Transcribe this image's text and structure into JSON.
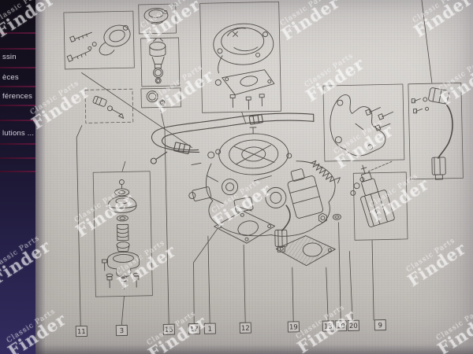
{
  "watermark": {
    "line1": "Classic Parts",
    "line2": "Finder"
  },
  "sidebar": {
    "items": [
      {
        "label": "ssin"
      },
      {
        "label": "èces"
      },
      {
        "label": "férences"
      },
      {
        "label": "lutions ..."
      }
    ]
  },
  "diagram": {
    "part_labels": [
      "11",
      "3",
      "15",
      "17",
      "1",
      "12",
      "19",
      "13",
      "10",
      "20",
      "9"
    ]
  },
  "colors": {
    "sidebar_background": "#1b1630",
    "sidebar_separator": "#5a173c",
    "page_background": "#c6c2bd",
    "line_art_ink": "#45423e",
    "watermark_text": "#ffffff"
  }
}
